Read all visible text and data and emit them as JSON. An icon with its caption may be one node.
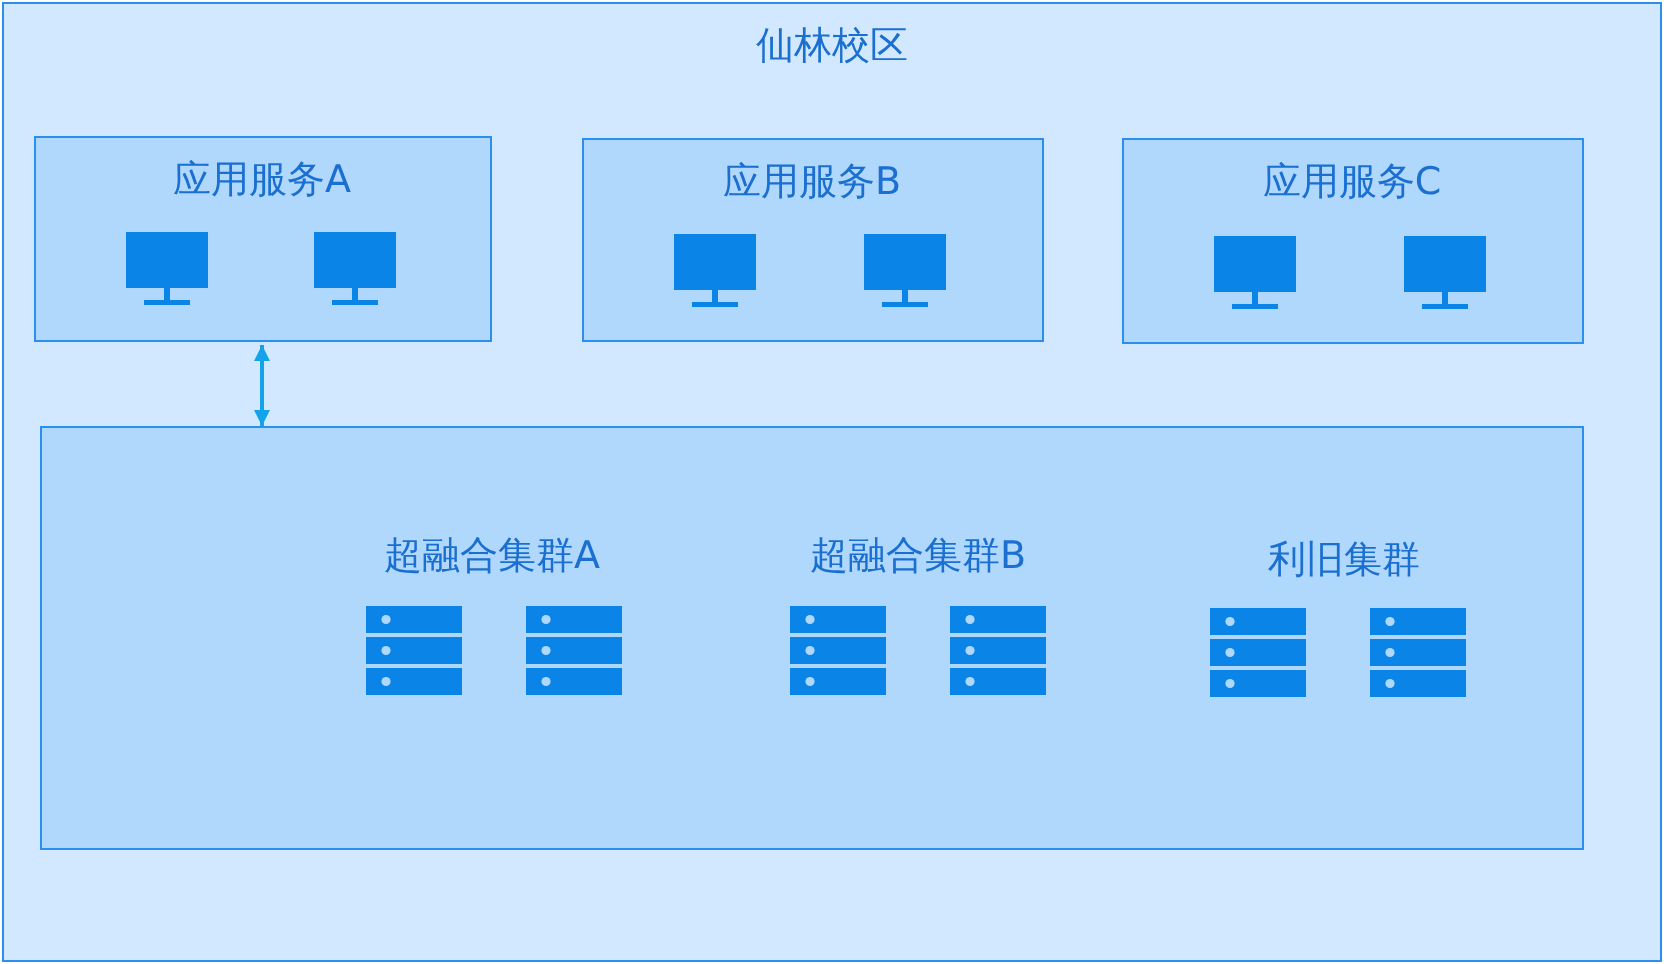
{
  "diagram": {
    "nodes": [
      {
        "text": [
          "仙林校区"
        ]
      },
      {
        "text": [
          "应用服务A"
        ],
        "in": 0
      },
      {
        "text": [
          "应用服务B"
        ],
        "in": 0
      },
      {
        "text": [
          "应用服务C"
        ],
        "in": 0
      },
      {
        "text": [],
        "shape": "box",
        "in": 0
      }
    ],
    "edges": [
      {
        "from": 1,
        "to": 4,
        "arrow": "both"
      }
    ],
    "labels": [
      "超融合集群A",
      "超融合集群B",
      "利旧集群"
    ]
  }
}
